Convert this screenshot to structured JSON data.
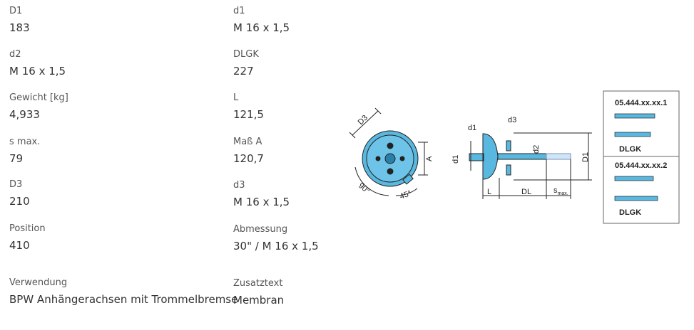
{
  "specs": {
    "d1_big": {
      "label": "D1",
      "value": "183"
    },
    "d1_small": {
      "label": "d1",
      "value": "M 16 x 1,5"
    },
    "d2": {
      "label": "d2",
      "value": "M 16 x 1,5"
    },
    "dlgk": {
      "label": "DLGK",
      "value": "227"
    },
    "gewicht": {
      "label": "Gewicht [kg]",
      "value": "4,933"
    },
    "l": {
      "label": "L",
      "value": "121,5"
    },
    "smax": {
      "label": "s max.",
      "value": "79"
    },
    "mass_a": {
      "label": "Maß A",
      "value": "120,7"
    },
    "d3_big": {
      "label": "D3",
      "value": "210"
    },
    "d3_small": {
      "label": "d3",
      "value": "M 16 x 1,5"
    },
    "position": {
      "label": "Position",
      "value": "410"
    },
    "abmessung": {
      "label": "Abmessung",
      "value": "30\" / M 16 x 1,5"
    },
    "verwendung": {
      "label": "Verwendung",
      "value": "BPW Anhängerachsen mit Trommelbremse"
    },
    "zusatztext": {
      "label": "Zusatztext",
      "value": "Membran"
    }
  },
  "diagram": {
    "front": {
      "d3": "D3",
      "a": "A",
      "angle90": "90°",
      "angle45": "45°"
    },
    "side": {
      "d1": "d1",
      "d3": "d3",
      "d1_left": "d1",
      "d2": "d2",
      "D1": "D1",
      "L": "L",
      "DL": "DL",
      "s": "s",
      "smax_sub": "max."
    },
    "box": {
      "code1": "05.444.xx.xx.1",
      "dlgk1": "DLGK",
      "code2": "05.444.xx.xx.2",
      "dlgk2": "DLGK"
    }
  },
  "colors": {
    "part_blue": "#59b8e0",
    "line": "#222222",
    "label": "#555555"
  }
}
